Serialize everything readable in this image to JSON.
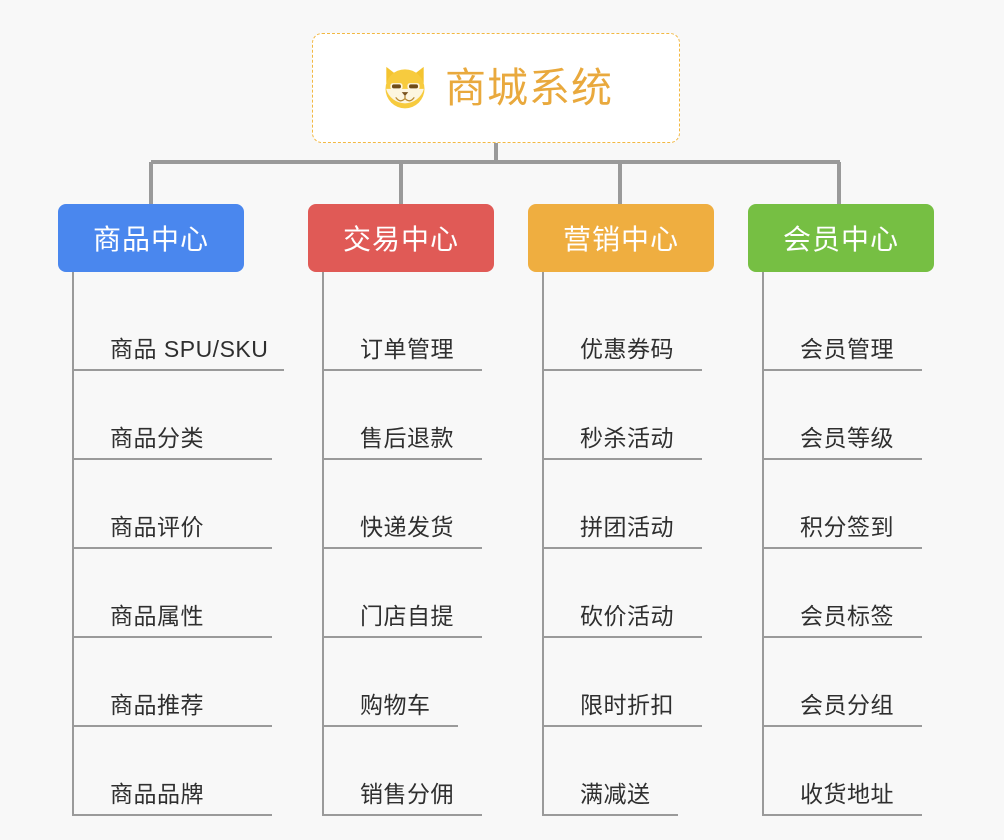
{
  "root": {
    "title": "商城系统",
    "icon": "shiba-dog-face-icon",
    "border_color": "#f2b842",
    "text_color": "#e9a93d",
    "background": "#ffffff"
  },
  "page": {
    "background": "#f8f8f8",
    "connector_color": "#9a9a9a"
  },
  "columns": [
    {
      "label": "商品中心",
      "color": "#4a87ee",
      "items": [
        "商品 SPU/SKU",
        "商品分类",
        "商品评价",
        "商品属性",
        "商品推荐",
        "商品品牌"
      ]
    },
    {
      "label": "交易中心",
      "color": "#e05a56",
      "items": [
        "订单管理",
        "售后退款",
        "快递发货",
        "门店自提",
        "购物车",
        "销售分佣"
      ]
    },
    {
      "label": "营销中心",
      "color": "#efae40",
      "items": [
        "优惠券码",
        "秒杀活动",
        "拼团活动",
        "砍价活动",
        "限时折扣",
        "满减送"
      ]
    },
    {
      "label": "会员中心",
      "color": "#76bf43",
      "items": [
        "会员管理",
        "会员等级",
        "积分签到",
        "会员标签",
        "会员分组",
        "收货地址"
      ]
    }
  ]
}
